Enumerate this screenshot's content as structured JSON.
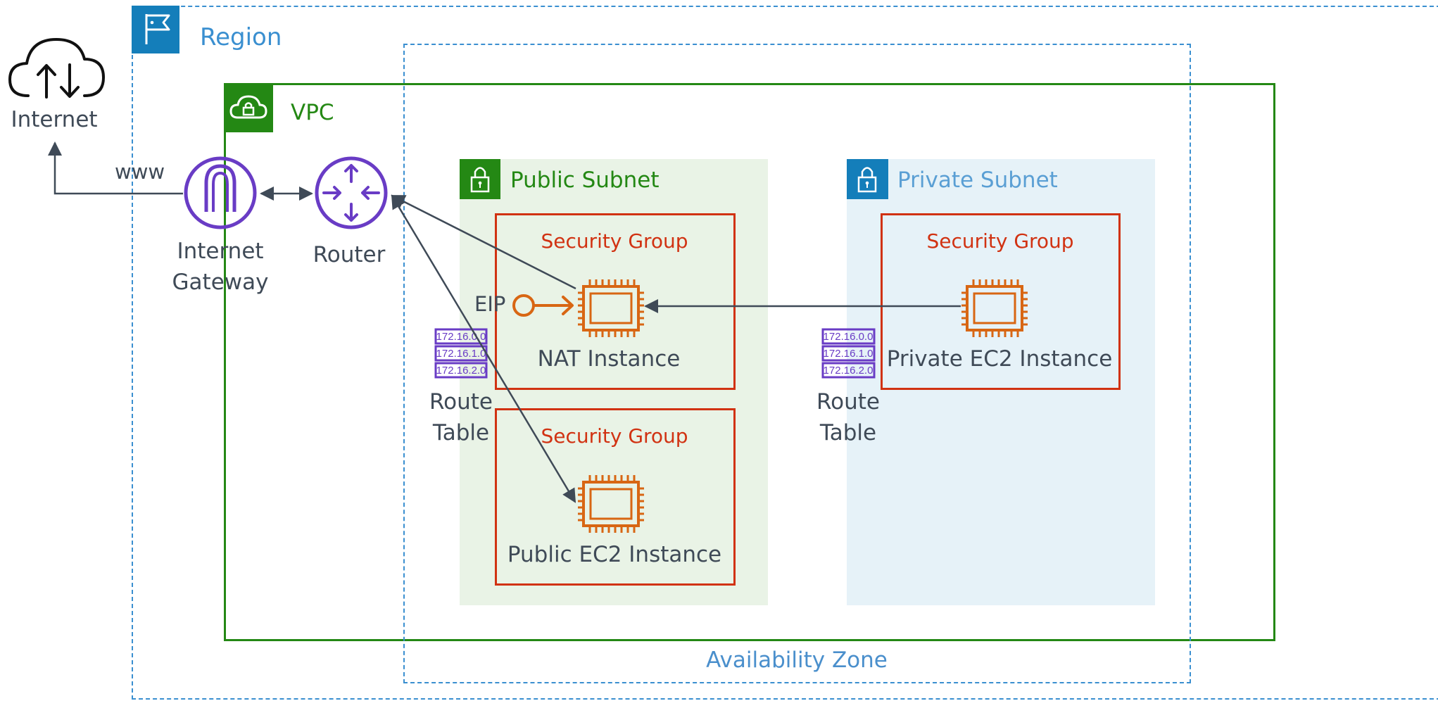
{
  "labels": {
    "region": "Region",
    "vpc": "VPC",
    "internet": "Internet",
    "www": "www",
    "internet_gateway": [
      "Internet",
      "Gateway"
    ],
    "router": "Router",
    "public_subnet": "Public Subnet",
    "private_subnet": "Private Subnet",
    "security_group": "Security Group",
    "nat_instance": "NAT Instance",
    "public_ec2_instance": "Public EC2 Instance",
    "private_ec2_instance": "Private EC2 Instance",
    "eip": "EIP",
    "route_table": [
      "Route",
      "Table"
    ],
    "route_table_entries": [
      "172.16.0.0",
      "172.16.1.0",
      "172.16.2.0"
    ],
    "availability_zone": "Availability Zone"
  },
  "colors": {
    "region_blue": "#147eba",
    "vpc_green": "#248814",
    "public_subnet_bg": "#e9f3e6",
    "private_subnet_bg": "#e6f2f8",
    "private_subnet_text": "#5a9fd4",
    "az_text": "#4a8fcc",
    "security_group_red": "#d13212",
    "ec2_orange": "#d86613",
    "network_purple": "#693cc5",
    "arrow_gray": "#3f4a57"
  },
  "icons": {
    "region": "flag-icon",
    "vpc": "cloud-lock-icon",
    "internet": "cloud-upload-download-icon",
    "internet_gateway": "internet-gateway-icon",
    "router": "router-icon",
    "subnet": "padlock-icon",
    "instance": "chip-icon",
    "eip": "elastic-ip-icon",
    "route_table": "route-table-icon"
  }
}
